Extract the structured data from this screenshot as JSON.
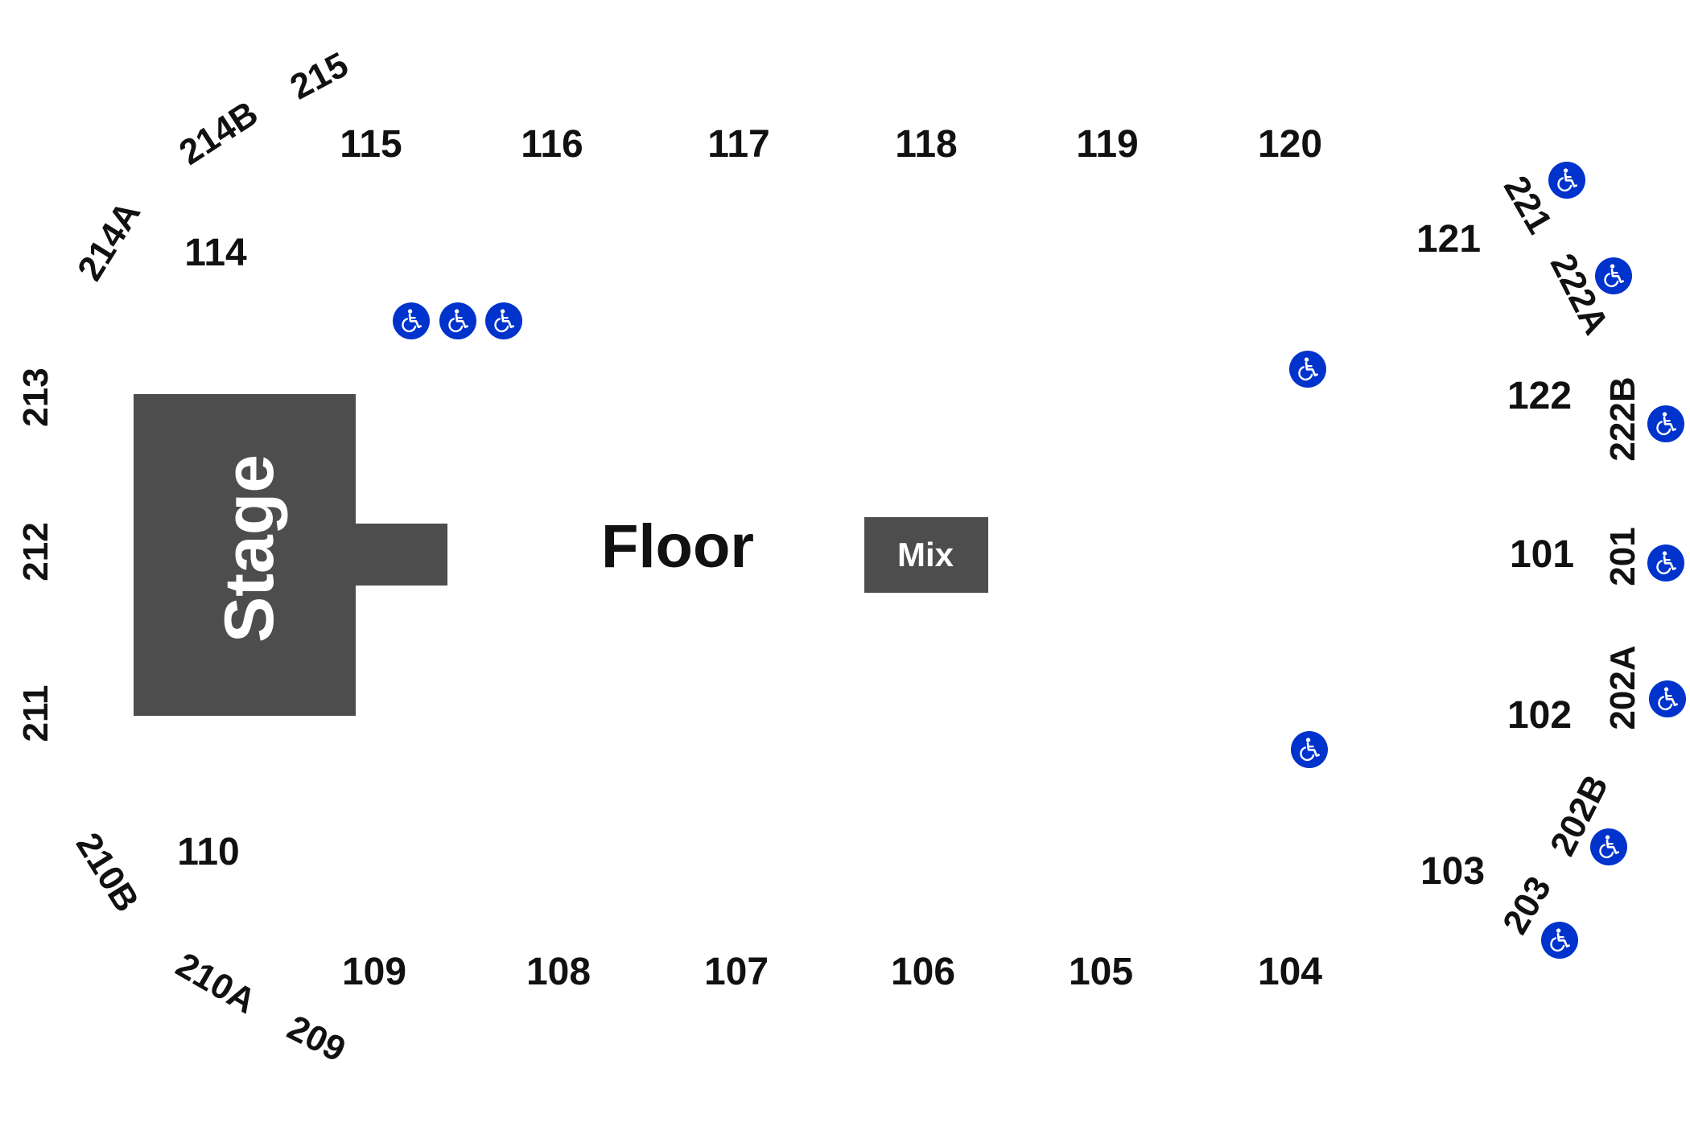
{
  "colors": {
    "stage": "#4d4d4d",
    "text": "#111111",
    "accessible": "#0033cc",
    "background": "#ffffff"
  },
  "labels": {
    "stage": "Stage",
    "floor": "Floor",
    "mix": "Mix"
  },
  "sections_lower": {
    "s101": "101",
    "s102": "102",
    "s103": "103",
    "s104": "104",
    "s105": "105",
    "s106": "106",
    "s107": "107",
    "s108": "108",
    "s109": "109",
    "s110": "110",
    "s114": "114",
    "s115": "115",
    "s116": "116",
    "s117": "117",
    "s118": "118",
    "s119": "119",
    "s120": "120",
    "s121": "121",
    "s122": "122"
  },
  "sections_upper": {
    "s201": "201",
    "s202a": "202A",
    "s202b": "202B",
    "s203": "203",
    "s209": "209",
    "s210a": "210A",
    "s210b": "210B",
    "s211": "211",
    "s212": "212",
    "s213": "213",
    "s214a": "214A",
    "s214b": "214B",
    "s215": "215",
    "s221": "221",
    "s222a": "222A",
    "s222b": "222B"
  },
  "accessible_icon": "wheelchair-icon"
}
